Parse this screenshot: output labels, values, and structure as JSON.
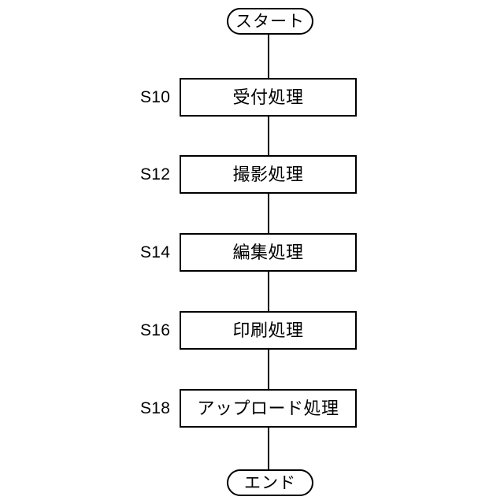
{
  "diagram": {
    "type": "flowchart",
    "orientation": "vertical",
    "background_color": "#ffffff",
    "stroke_color": "#000000",
    "start": {
      "shape": "terminator-pill",
      "label": "スタート"
    },
    "end": {
      "shape": "terminator-pill",
      "label": "エンド"
    },
    "steps": [
      {
        "step_id": "S10",
        "label": "受付処理"
      },
      {
        "step_id": "S12",
        "label": "撮影処理"
      },
      {
        "step_id": "S14",
        "label": "編集処理"
      },
      {
        "step_id": "S16",
        "label": "印刷処理"
      },
      {
        "step_id": "S18",
        "label": "アップロード処理"
      }
    ]
  }
}
